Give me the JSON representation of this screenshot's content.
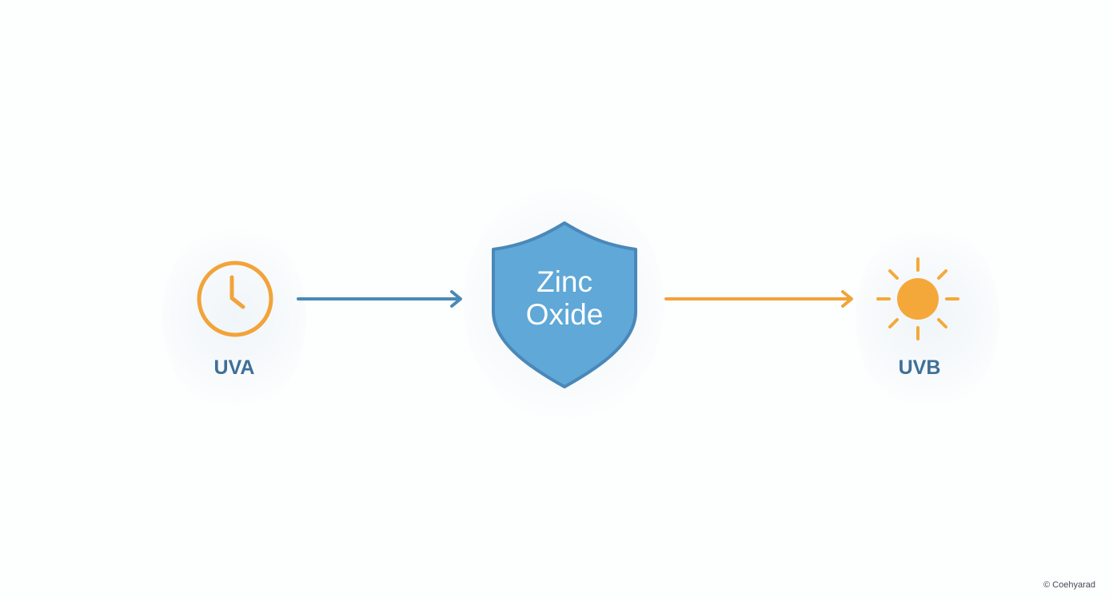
{
  "nodes": {
    "uva": {
      "label": "UVA",
      "icon": "clock-icon",
      "color": "#f2a33a"
    },
    "shield": {
      "line1": "Zinc",
      "line2": "Oxide",
      "icon": "shield-icon",
      "color": "#5fa8d8"
    },
    "uvb": {
      "label": "UVB",
      "icon": "sun-icon",
      "color": "#f5a83a"
    }
  },
  "arrows": {
    "left": {
      "color": "#4a8ab4"
    },
    "right": {
      "color": "#f2a33a"
    }
  },
  "label_color": "#3f6f96",
  "watermark": "© Coehyarad"
}
